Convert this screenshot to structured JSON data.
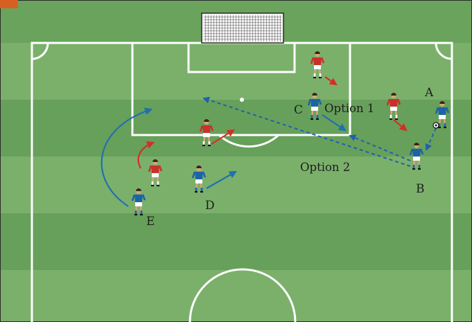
{
  "colors": {
    "grass_light": "#78ad68",
    "grass_dark": "#67a05a",
    "lines": "#ffffff",
    "corner_tab": "#d85f22",
    "team_blue": "#1e63a8",
    "team_red": "#c8322c",
    "arrow_red": "#d22f27",
    "arrow_blue": "#1f6fb2",
    "pass_dashed": "#2060b0",
    "text": "#1d1d1d"
  },
  "labels": {
    "a": "A",
    "b": "B",
    "c": "C",
    "d": "D",
    "e": "E",
    "option1": "Option 1",
    "option2": "Option 2"
  },
  "players": [
    {
      "team": "blue",
      "role": "A"
    },
    {
      "team": "blue",
      "role": "B"
    },
    {
      "team": "blue",
      "role": "C"
    },
    {
      "team": "blue",
      "role": "D"
    },
    {
      "team": "blue",
      "role": "E"
    },
    {
      "team": "red",
      "role": "defender"
    },
    {
      "team": "red",
      "role": "defender"
    },
    {
      "team": "red",
      "role": "defender"
    },
    {
      "team": "red",
      "role": "defender"
    }
  ]
}
